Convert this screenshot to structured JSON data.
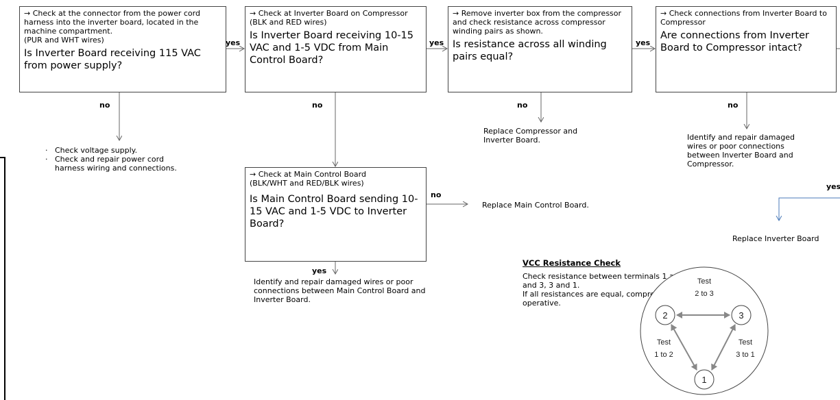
{
  "boxes": {
    "b1": {
      "small": "→ Check at the connector from the power cord harness into the inverter board, located in the machine compartment.\n(PUR and WHT wires)",
      "big": "Is Inverter Board receiving 115 VAC from power supply?"
    },
    "b2": {
      "small": "→ Check at Inverter Board on Compressor\n(BLK and RED wires)",
      "big": "Is Inverter Board receiving 10-15 VAC and 1-5 VDC from Main Control Board?"
    },
    "b3": {
      "small": "→ Remove inverter box from the compressor and check resistance across compressor winding pairs as shown.",
      "big": "Is resistance across all winding pairs equal?"
    },
    "b4": {
      "small": "→ Check connections from Inverter Board to Compressor",
      "big": "Are connections from Inverter Board to Compressor intact?"
    },
    "b5": {
      "small": "→ Check at Main Control Board\n(BLK/WHT and RED/BLK wires)",
      "big": "Is Main Control Board sending 10-15 VAC and 1-5 VDC to Inverter Board?"
    }
  },
  "labels": {
    "yes1": "yes",
    "yes2": "yes",
    "yes3": "yes",
    "yes4": "yes",
    "yes5": "yes",
    "no1": "no",
    "no2": "no",
    "no3": "no",
    "no4": "no",
    "no5": "no"
  },
  "outcomes": {
    "b1_no": [
      "Check voltage supply.",
      "Check and repair power cord harness wiring and connections."
    ],
    "b3_no": "Replace Compressor and Inverter Board.",
    "b4_no": "Identify and repair damaged wires or poor connections between Inverter Board and Compressor.",
    "b4_yes": "Replace Inverter Board",
    "b5_no": "Replace Main Control Board.",
    "b5_yes": "Identify and repair damaged wires or poor connections between Main Control Board and Inverter Board."
  },
  "vcc": {
    "title": "VCC Resistance Check",
    "text": "Check resistance between terminals 1 and 2, 2 and 3, 3 and 1.\nIf all resistances are equal, compressor is operative.",
    "terminals": [
      "1",
      "2",
      "3"
    ],
    "test_word": "Test",
    "pairs": [
      "2 to 3",
      "1 to 2",
      "3 to 1"
    ]
  }
}
